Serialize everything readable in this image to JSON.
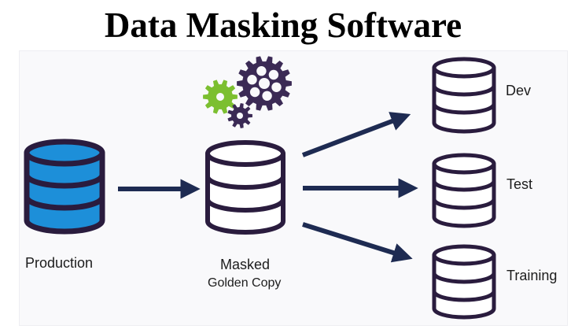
{
  "title": "Data Masking Software",
  "nodes": {
    "production": "Production",
    "masked": "Masked",
    "masked_sub": "Golden Copy",
    "dev": "Dev",
    "test": "Test",
    "training": "Training"
  },
  "colors": {
    "outline": "#2a1c3e",
    "fill_blue": "#1d8fd9",
    "arrow": "#1e2b52",
    "gear_purple": "#3b2a55",
    "gear_green": "#7cbf30"
  }
}
